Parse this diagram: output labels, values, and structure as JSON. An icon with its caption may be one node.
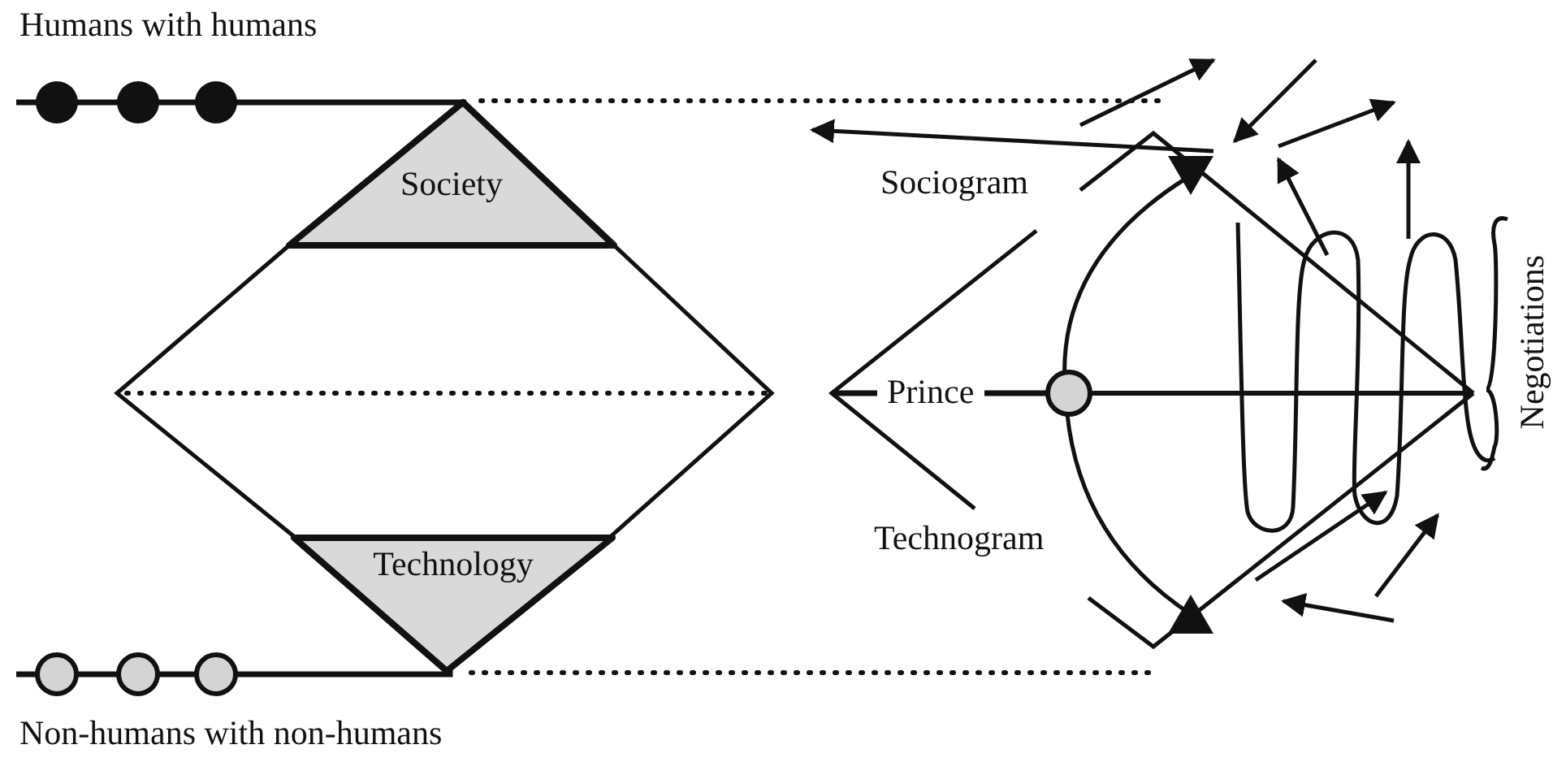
{
  "diagram": {
    "nodes": [
      {
        "text": [
          "Society"
        ]
      },
      {
        "text": [
          "Technology"
        ]
      }
    ],
    "edges": [
      {
        "from": 0,
        "to": 1,
        "arrow": "none"
      },
      {
        "from": 0,
        "to": 1,
        "arrow": "none"
      }
    ],
    "labels": [
      "Humans with humans",
      "Sociogram",
      "Prince",
      "Negotiations",
      "Technogram",
      "Non-humans with non-humans"
    ]
  }
}
